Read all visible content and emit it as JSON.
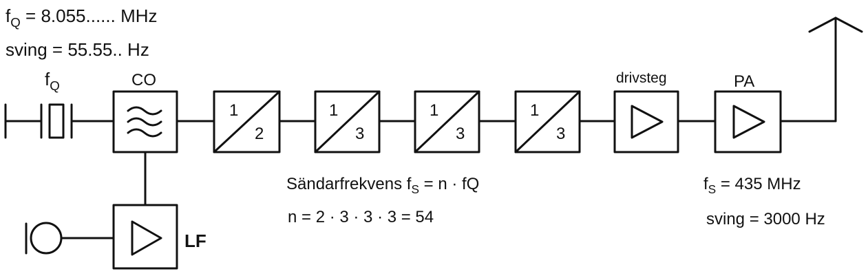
{
  "crystal_freq": {
    "symbol": "f",
    "sub": "Q",
    "text": "= 8.055......  MHz"
  },
  "crystal_swing": {
    "text": "sving = 55.55.. Hz"
  },
  "crystal_label": {
    "symbol": "f",
    "sub": "Q"
  },
  "oscillator_label": "CO",
  "dividers": [
    {
      "top": "1",
      "bottom": "2"
    },
    {
      "top": "1",
      "bottom": "3"
    },
    {
      "top": "1",
      "bottom": "3"
    },
    {
      "top": "1",
      "bottom": "3"
    }
  ],
  "driver_label": "drivsteg",
  "pa_label": "PA",
  "lf_label": "LF",
  "transmit_formula": {
    "prefix": "Sändarfrekvens f",
    "sub": "S",
    "suffix": "= n · fQ"
  },
  "n_formula": "n = 2 · 3 · 3 · 3 = 54",
  "output_freq": {
    "symbol": "f",
    "sub": "S",
    "text": "= 435 MHz"
  },
  "output_swing": "sving = 3000 Hz"
}
